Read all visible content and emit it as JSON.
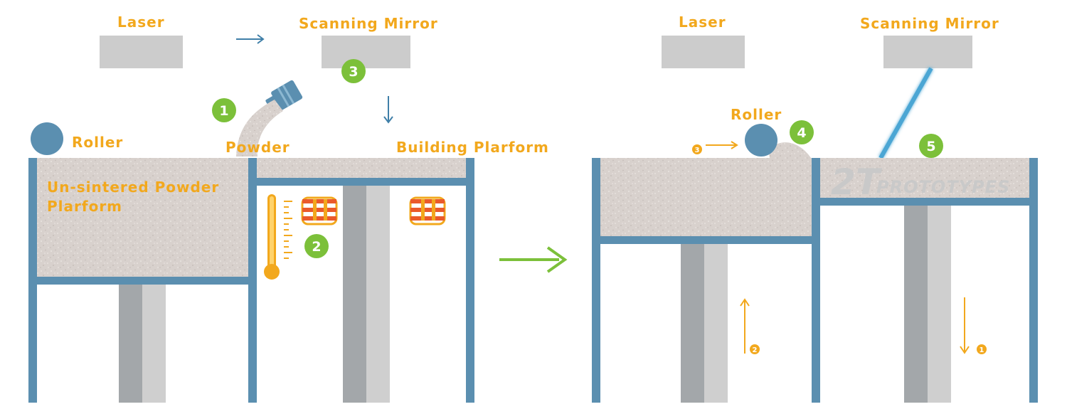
{
  "left_panel": {
    "laser_label": "Laser",
    "mirror_label": "Scanning Mirror",
    "roller_label": "Roller",
    "powder_label": "Powder",
    "building_platform_label": "Building Plarform",
    "unsintered_label_line1": "Un-sintered Powder",
    "unsintered_label_line2": "Plarform",
    "step_badges": [
      "1",
      "2",
      "3"
    ]
  },
  "right_panel": {
    "laser_label": "Laser",
    "mirror_label": "Scanning Mirror",
    "roller_label": "Roller",
    "step_badges": [
      "4",
      "5"
    ],
    "move_markers": [
      "3",
      "2",
      "1"
    ]
  },
  "logo": {
    "mark": "2T",
    "text": "PROTOTYPES"
  },
  "colors": {
    "label_orange": "#f2a81d",
    "frame_blue": "#5b8fb0",
    "laser_blue": "#4ba6d4",
    "badge_green": "#7cc03a",
    "transition_arrow_green": "#7cc03a",
    "device_gray": "#cccccc",
    "powder_gray": "#d6d0cc",
    "heater_red": "#ea5a2b"
  }
}
